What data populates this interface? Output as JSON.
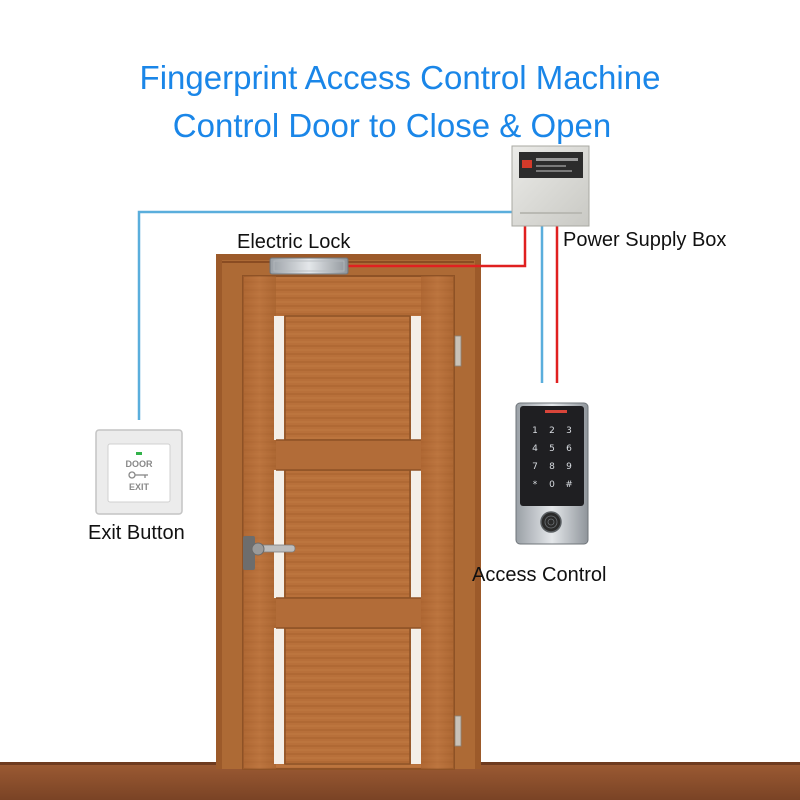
{
  "title": {
    "line1": "Fingerprint Access Control Machine",
    "line2": "Control Door to Close & Open"
  },
  "labels": {
    "electric_lock": "Electric Lock",
    "power_supply_box": "Power Supply Box",
    "exit_button": "Exit Button",
    "access_control": "Access Control"
  },
  "exit_button": {
    "line1": "DOOR",
    "line2": "EXIT"
  },
  "keypad": {
    "keys": [
      "1",
      "2",
      "3",
      "4",
      "5",
      "6",
      "7",
      "8",
      "9",
      "*",
      "0",
      "#"
    ]
  },
  "colors": {
    "title": "#1a86e8",
    "wire_blue": "#5aaedc",
    "wire_red": "#e02020",
    "door_wood": "#b8703a",
    "frame_wood": "#a4622f",
    "floor": "#8c4f2c"
  }
}
